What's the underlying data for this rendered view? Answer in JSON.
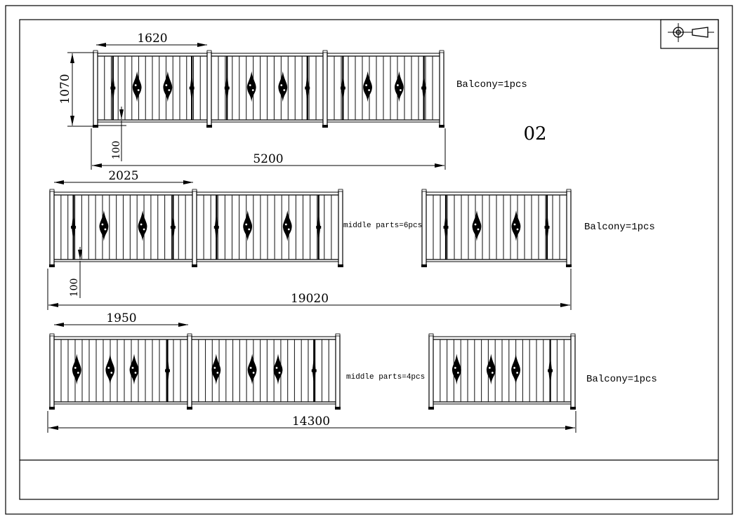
{
  "sheet": {
    "number": "02"
  },
  "fence_top": {
    "panel_width": "1620",
    "height": "1070",
    "ground_gap": "100",
    "total_length": "5200",
    "note": "Balcony=1pcs"
  },
  "fence_middle": {
    "panel_width": "2025",
    "ground_gap": "100",
    "total_length": "19020",
    "middle_note": "middle parts=6pcs",
    "note": "Balcony=1pcs"
  },
  "fence_bottom": {
    "panel_width": "1950",
    "total_length": "14300",
    "middle_note": "middle parts=4pcs",
    "note": "Balcony=1pcs"
  },
  "title_block": {
    "icon": "projection-symbol-icon"
  }
}
